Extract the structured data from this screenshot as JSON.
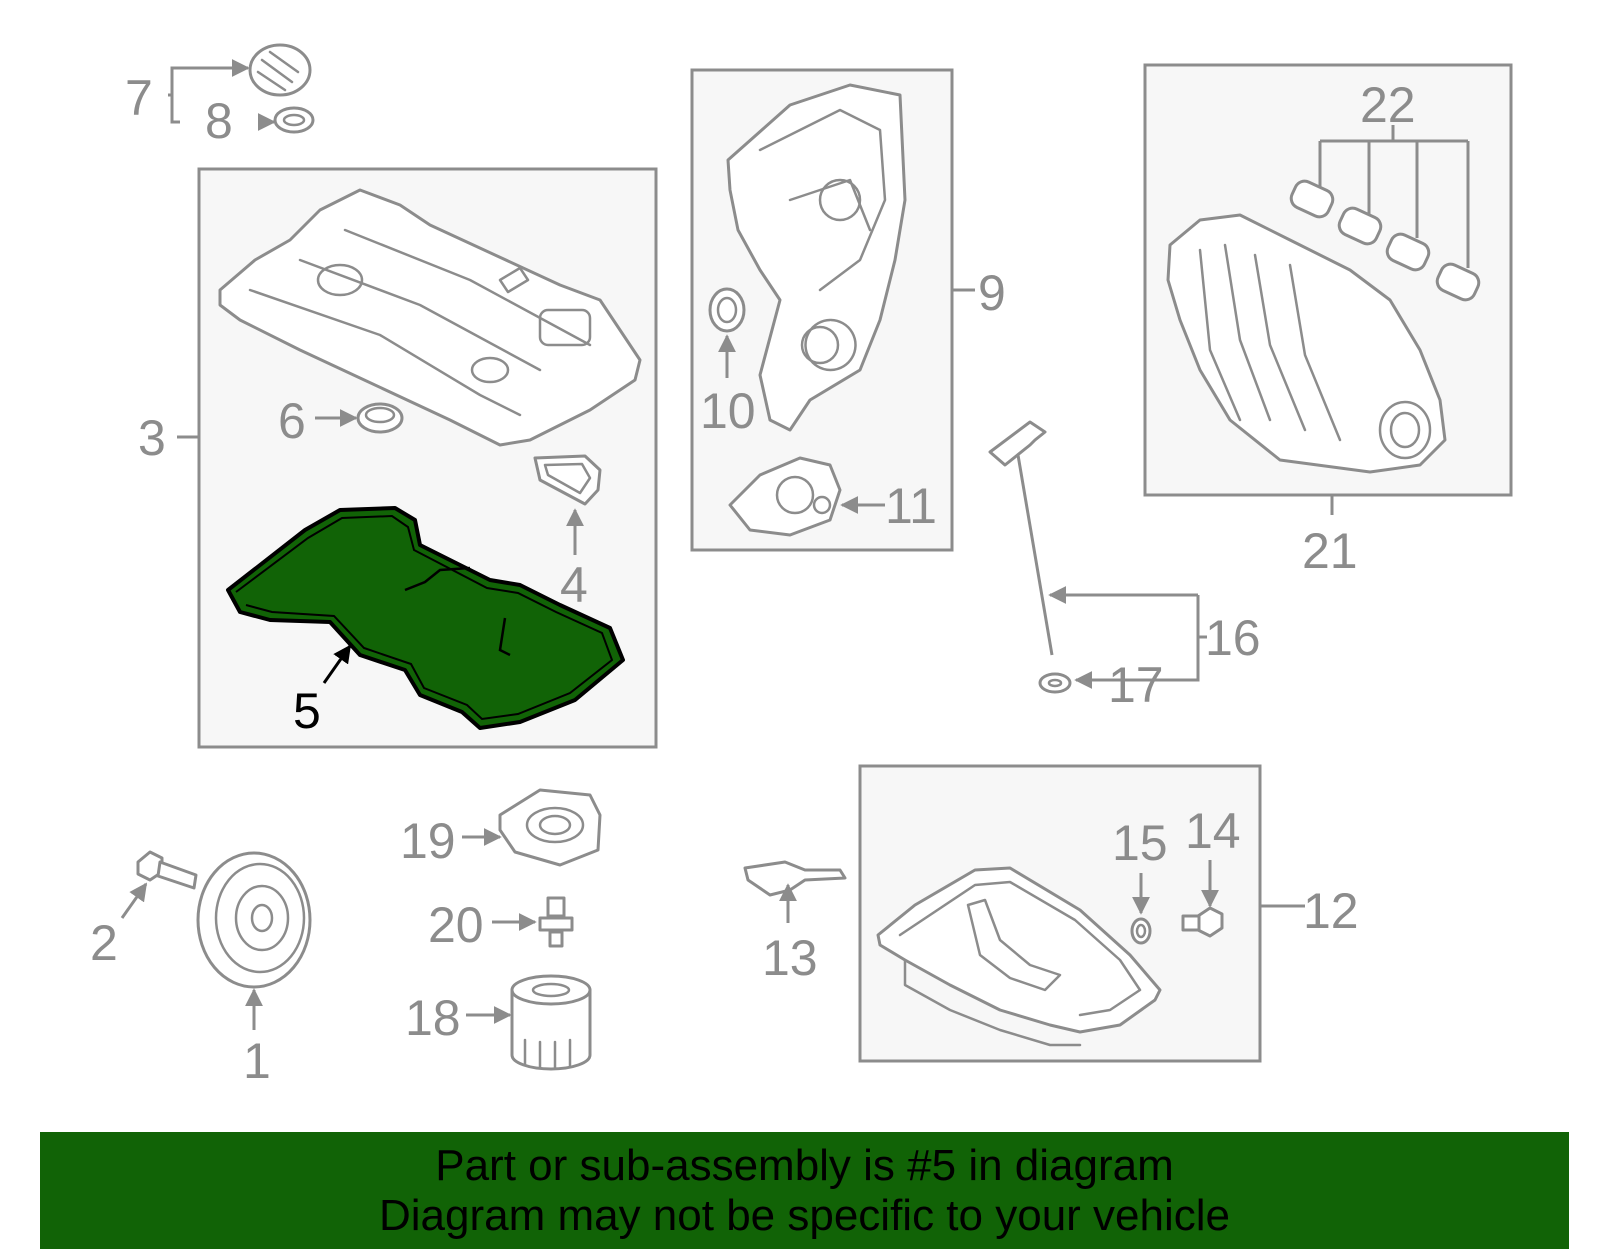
{
  "colors": {
    "line": "#8c8c8c",
    "highlight_fill": "#116306",
    "highlight_text": "#000000",
    "box_fill": "#f7f7f7",
    "banner": "#116306"
  },
  "callouts": {
    "c1": "1",
    "c2": "2",
    "c3": "3",
    "c4": "4",
    "c5": "5",
    "c6": "6",
    "c7": "7",
    "c8": "8",
    "c9": "9",
    "c10": "10",
    "c11": "11",
    "c12": "12",
    "c13": "13",
    "c14": "14",
    "c15": "15",
    "c16": "16",
    "c17": "17",
    "c18": "18",
    "c19": "19",
    "c20": "20",
    "c21": "21",
    "c22": "22"
  },
  "highlighted_part": "5",
  "banner": {
    "line1": "Part or sub-assembly is #5 in diagram",
    "line2": "Diagram may not be specific to your vehicle"
  }
}
